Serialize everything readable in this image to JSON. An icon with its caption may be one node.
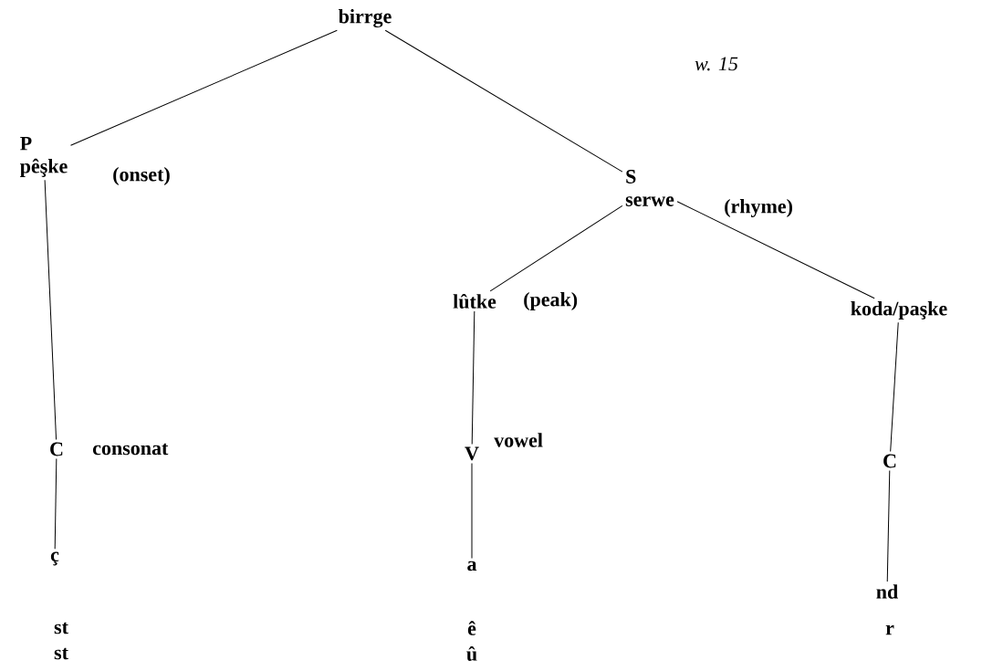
{
  "diagram": {
    "nodes": [
      {
        "text": [
          "birrge"
        ]
      },
      {
        "text": [
          "P",
          "pêşke"
        ],
        "beside": [
          "(onset)"
        ]
      },
      {
        "text": [
          "S",
          "serwe"
        ],
        "beside": [
          "(rhyme)"
        ]
      },
      {
        "text": [
          "lûtke"
        ],
        "beside": [
          "(peak)"
        ]
      },
      {
        "text": [
          "koda/paşke"
        ]
      },
      {
        "text": [
          "C"
        ],
        "beside": [
          "consonat"
        ]
      },
      {
        "text": [
          "V"
        ],
        "beside": [
          "vowel"
        ]
      },
      {
        "text": [
          "C"
        ]
      },
      {
        "text": [
          "ç"
        ]
      },
      {
        "text": [
          "a"
        ]
      },
      {
        "text": [
          "nd"
        ]
      }
    ],
    "edges": [
      {
        "from": 0,
        "to": 1,
        "arrow": "none"
      },
      {
        "from": 0,
        "to": 2,
        "arrow": "none"
      },
      {
        "from": 1,
        "to": 5,
        "arrow": "none"
      },
      {
        "from": 2,
        "to": 3,
        "arrow": "none"
      },
      {
        "from": 2,
        "to": 4,
        "arrow": "none"
      },
      {
        "from": 3,
        "to": 6,
        "arrow": "none"
      },
      {
        "from": 4,
        "to": 7,
        "arrow": "none"
      },
      {
        "from": 5,
        "to": 8,
        "arrow": "none"
      },
      {
        "from": 6,
        "to": 9,
        "arrow": "none"
      },
      {
        "from": 7,
        "to": 10,
        "arrow": "none"
      }
    ],
    "labels": [
      "w. 15",
      "st",
      "st",
      "ê",
      "û",
      "r"
    ]
  }
}
